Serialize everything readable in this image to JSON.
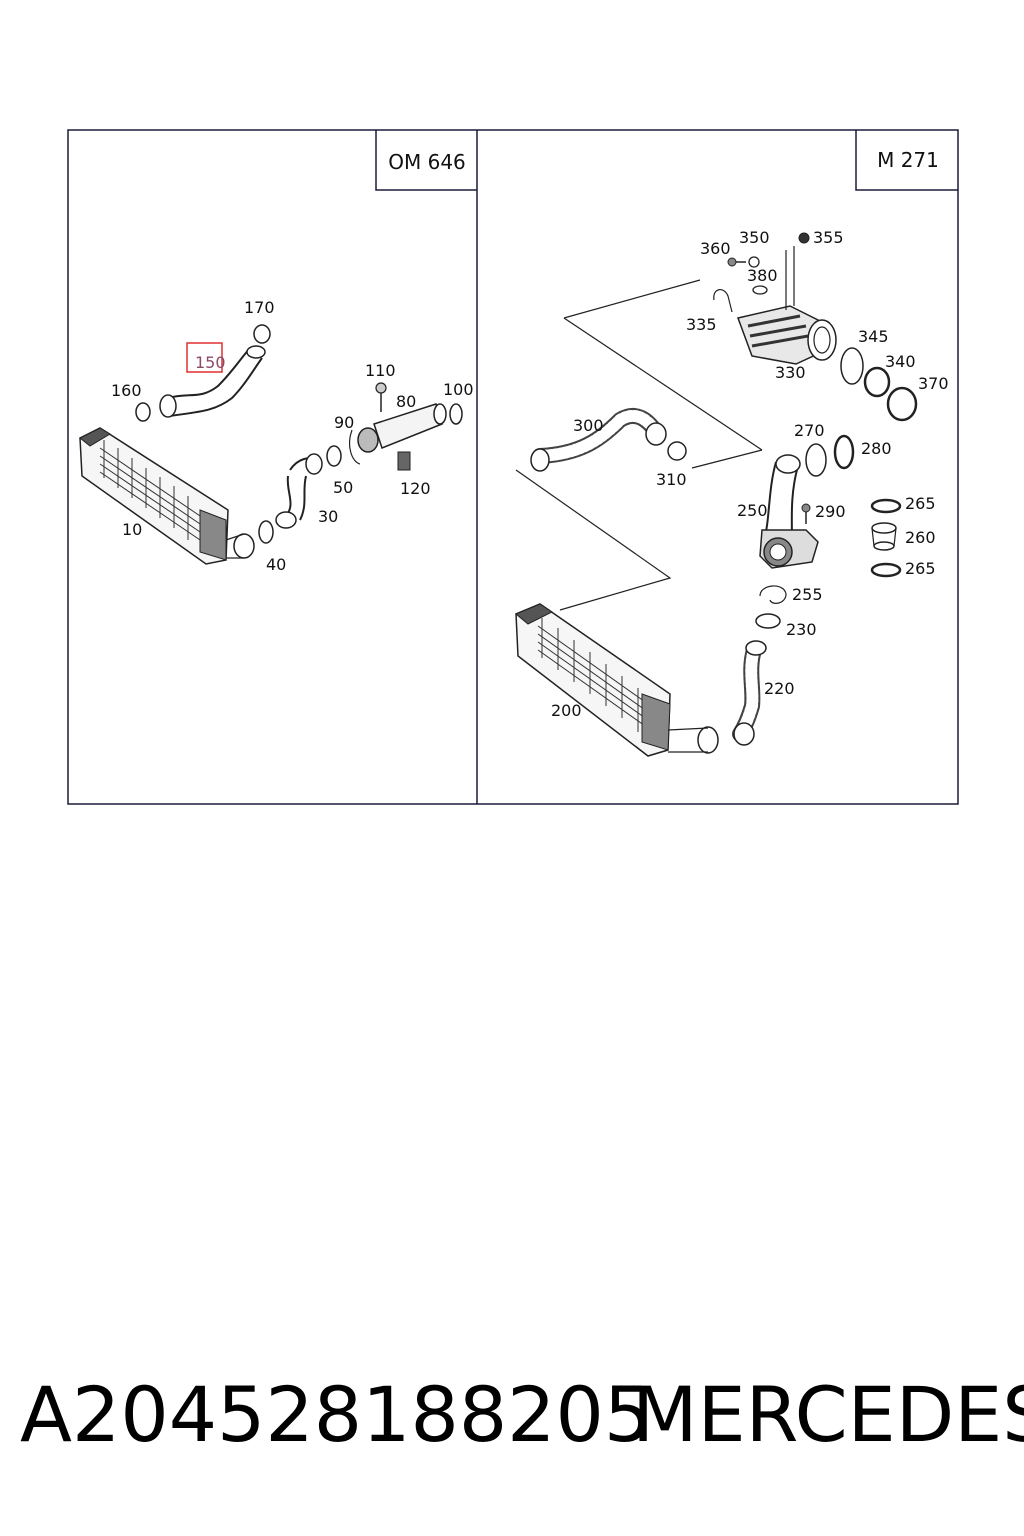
{
  "diagram": {
    "panels": [
      {
        "engine_label": "OM 646",
        "callouts": [
          "170",
          "150",
          "160",
          "110",
          "80",
          "100",
          "90",
          "120",
          "50",
          "30",
          "10",
          "40"
        ]
      },
      {
        "engine_label": "M 271",
        "callouts": [
          "360",
          "350",
          "355",
          "380",
          "335",
          "345",
          "330",
          "340",
          "370",
          "300",
          "270",
          "280",
          "310",
          "265",
          "250",
          "290",
          "260",
          "265",
          "255",
          "230",
          "220",
          "200"
        ]
      }
    ],
    "highlighted_callout": "150"
  },
  "caption": {
    "part_number": "A204528188205",
    "brand": "MERCEDES"
  },
  "colors": {
    "highlight_box": "#e03030",
    "line": "#222222",
    "frame_border": "#1a1a3a"
  }
}
